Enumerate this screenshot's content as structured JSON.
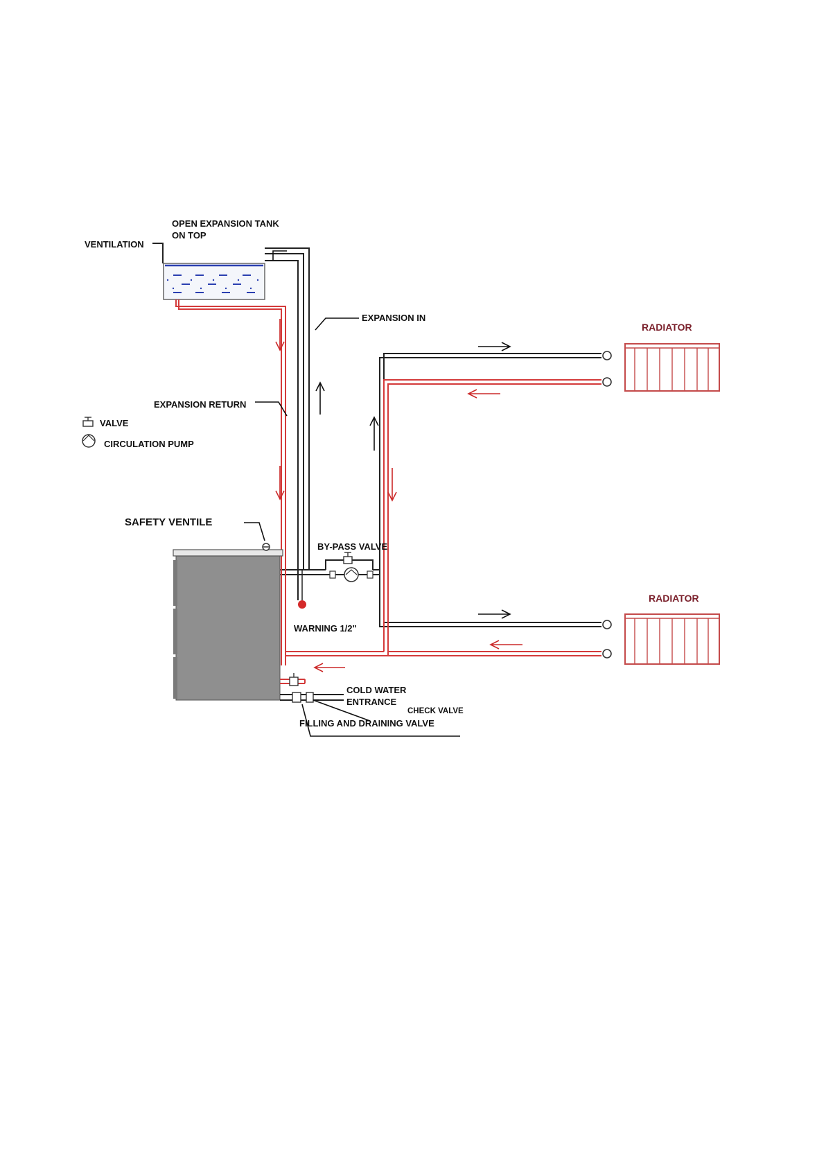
{
  "labels": {
    "expansion_tank": [
      "OPEN EXPANSION TANK",
      "ON TOP"
    ],
    "ventilation": "VENTILATION",
    "expansion_in": "EXPANSION IN",
    "expansion_return": "EXPANSION RETURN",
    "legend_valve": "VALVE",
    "legend_pump": "CIRCULATION PUMP",
    "safety_ventile": "SAFETY VENTILE",
    "bypass_valve": "BY-PASS VALVE",
    "warning": "WARNING 1/2\"",
    "cold_water": [
      "COLD WATER",
      "ENTRANCE"
    ],
    "check_valve": "CHECK VALVE",
    "filling_draining": "FILLING AND DRAINING VALVE",
    "radiator_top": "RADIATOR",
    "radiator_bottom": "RADIATOR"
  },
  "colors": {
    "supply_pipe": "#222222",
    "return_pipe": "#d43a3a",
    "radiator": "#c44a4a",
    "radiator_label": "#7a1f2a",
    "boiler": "#8f8f8f",
    "tank_water": "#2a3fb0"
  },
  "legend": [
    {
      "icon": "valve-icon",
      "label_key": "legend_valve"
    },
    {
      "icon": "circulation-pump-icon",
      "label_key": "legend_pump"
    }
  ]
}
